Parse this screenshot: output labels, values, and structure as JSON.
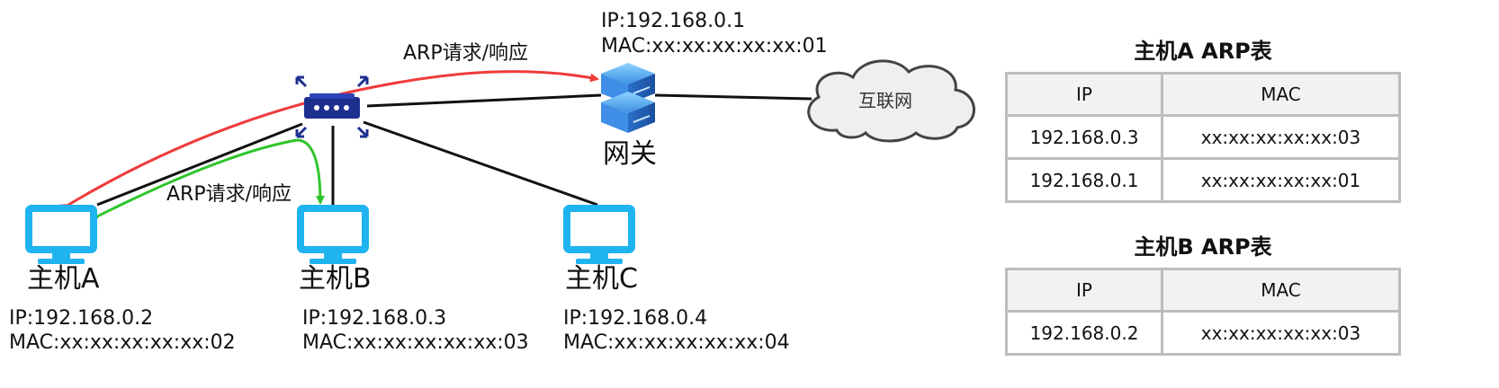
{
  "gateway": {
    "ip": "IP:192.168.0.1",
    "mac": "MAC:xx:xx:xx:xx:xx:01",
    "label": "网关",
    "icon": "server-stack-icon"
  },
  "switch": {
    "icon": "switch-icon"
  },
  "cloud": {
    "label": "互联网",
    "icon": "cloud-icon"
  },
  "hosts": [
    {
      "label": "主机A",
      "ip": "IP:192.168.0.2",
      "mac": "MAC:xx:xx:xx:xx:xx:02",
      "icon": "monitor-icon"
    },
    {
      "label": "主机B",
      "ip": "IP:192.168.0.3",
      "mac": "MAC:xx:xx:xx:xx:xx:03",
      "icon": "monitor-icon"
    },
    {
      "label": "主机C",
      "ip": "IP:192.168.0.4",
      "mac": "MAC:xx:xx:xx:xx:xx:04",
      "icon": "monitor-icon"
    }
  ],
  "edges": {
    "a_to_gateway": "ARP请求/响应",
    "a_to_b": "ARP请求/响应"
  },
  "colors": {
    "a_to_gateway_arrow": "#ef3b3b",
    "a_to_b_arrow": "#2ec52b",
    "monitor": "#1fb3ef",
    "switch_body": "#1d2f8f",
    "link": "#111111",
    "table_border": "#bdbdbd",
    "table_header_bg": "#f2f2f2"
  },
  "arp_tables": [
    {
      "title": "主机A  ARP表",
      "headers": [
        "IP",
        "MAC"
      ],
      "rows": [
        [
          "192.168.0.3",
          "xx:xx:xx:xx:xx:03"
        ],
        [
          "192.168.0.1",
          "xx:xx:xx:xx:xx:01"
        ]
      ]
    },
    {
      "title": "主机B  ARP表",
      "headers": [
        "IP",
        "MAC"
      ],
      "rows": [
        [
          "192.168.0.2",
          "xx:xx:xx:xx:xx:03"
        ]
      ]
    }
  ]
}
